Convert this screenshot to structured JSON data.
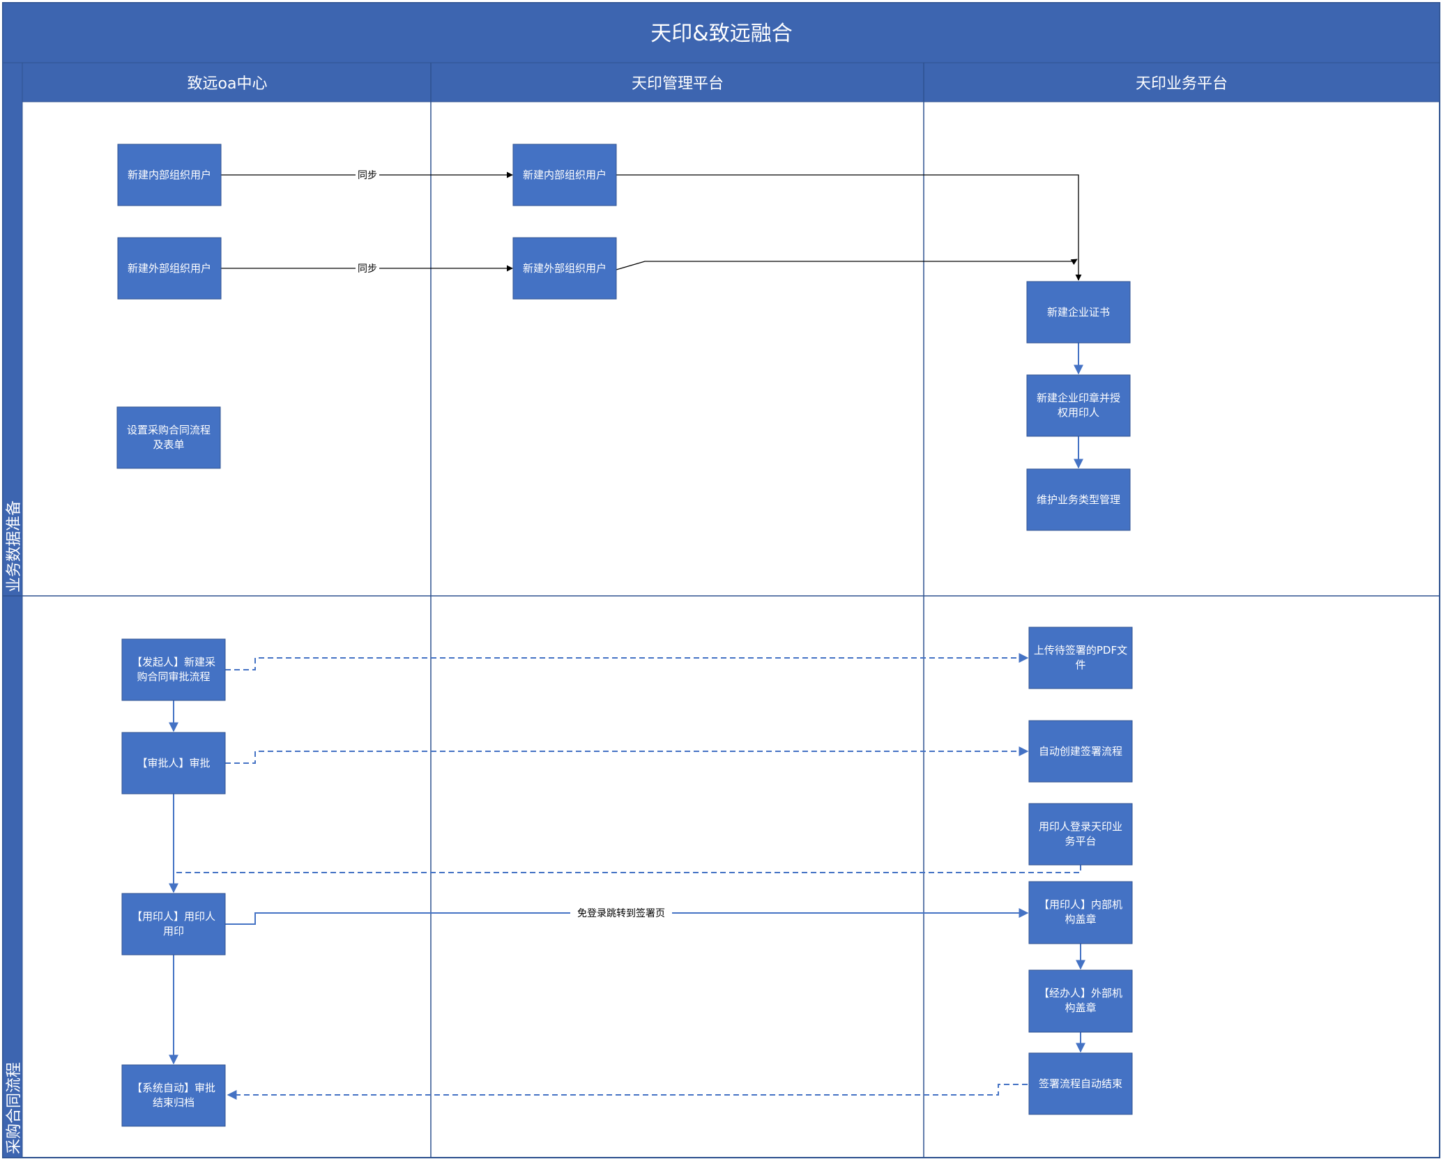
{
  "title": "天印&致远融合",
  "columns": [
    "致远oa中心",
    "天印管理平台",
    "天印业务平台"
  ],
  "lanes": [
    "业务数据准备",
    "采购合同流程"
  ],
  "colors": {
    "header": "#3d65b0",
    "node": "#4472c4",
    "border": "#2f528f",
    "edge_blue": "#4472c4",
    "edge_black": "#000000"
  },
  "nodes": {
    "oa_internal": "新建内部组织用户",
    "oa_external": "新建外部组织用户",
    "oa_setup": [
      "设置采购合同流程",
      "及表单"
    ],
    "mgmt_internal": "新建内部组织用户",
    "mgmt_external": "新建外部组织用户",
    "biz_cert": "新建企业证书",
    "biz_seal": [
      "新建企业印章并授",
      "权用印人"
    ],
    "biz_type": "维护业务类型管理",
    "p_initiator": [
      "【发起人】新建采",
      "购合同审批流程"
    ],
    "p_approver": "【审批人】审批",
    "p_user": [
      "【用印人】用印人",
      "用印"
    ],
    "p_system": [
      "【系统自动】审批",
      "结束归档"
    ],
    "b_upload": [
      "上传待签署的PDF文",
      "件"
    ],
    "b_create": "自动创建签署流程",
    "b_login": [
      "用印人登录天印业",
      "务平台"
    ],
    "b_internal_seal": [
      "【用印人】内部机",
      "构盖章"
    ],
    "b_external_seal": [
      "【经办人】外部机",
      "构盖章"
    ],
    "b_end": "签署流程自动结束"
  },
  "edge_labels": {
    "sync1": "同步",
    "sync2": "同步",
    "jump": "免登录跳转到签署页"
  }
}
